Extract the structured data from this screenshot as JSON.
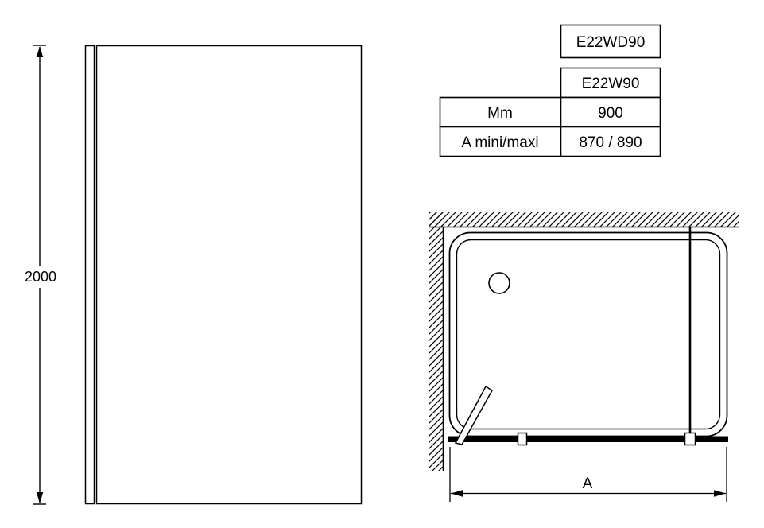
{
  "page": {
    "background_color": "#ffffff",
    "line_color": "#000000"
  },
  "front_view": {
    "height_label": "2000"
  },
  "spec_table": {
    "code_primary": "E22WD90",
    "code_secondary": "E22W90",
    "rows": [
      {
        "label": "Mm",
        "value": "900"
      },
      {
        "label": "A mini/maxi",
        "value": "870 / 890"
      }
    ]
  },
  "plan_view": {
    "width_label": "A"
  }
}
